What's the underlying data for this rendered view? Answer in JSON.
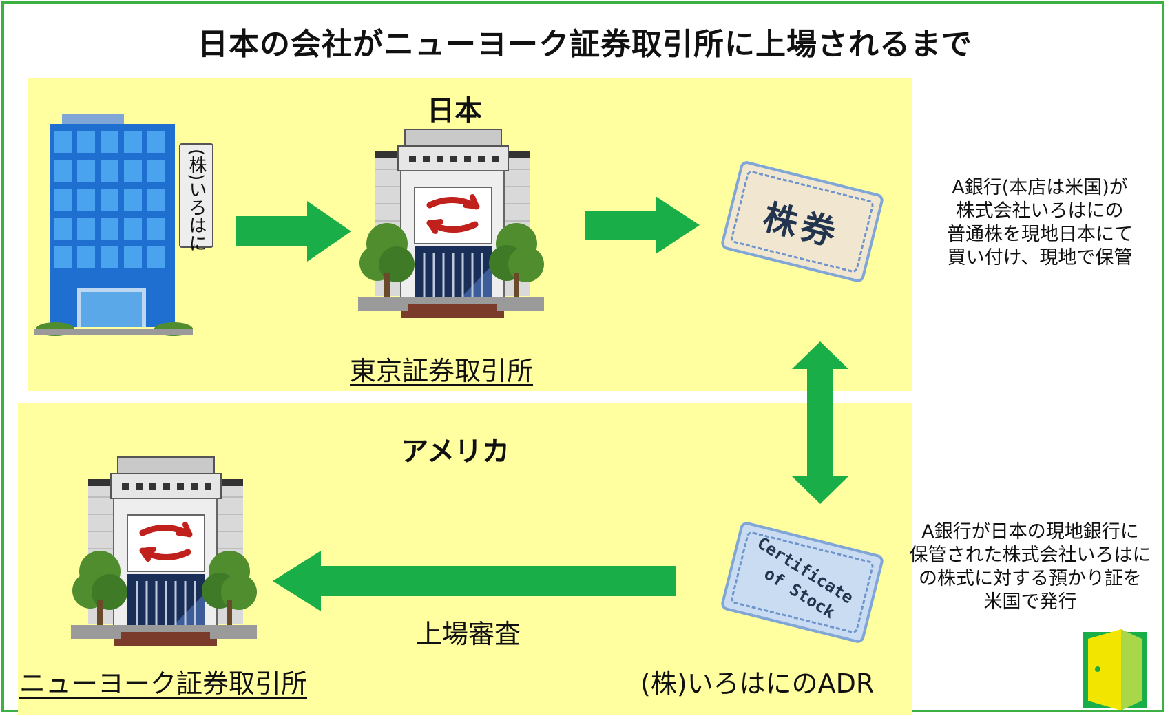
{
  "title": "日本の会社がニューヨーク証券取引所に上場されるまで",
  "regions": {
    "japan": "日本",
    "america": "アメリカ"
  },
  "company": {
    "sign": "(株)いろはに"
  },
  "exchanges": {
    "tokyo": "東京証券取引所",
    "nyse": "ニューヨーク証券取引所"
  },
  "certificates": {
    "japan_share": "株券",
    "us_line1": "Certificate",
    "us_line2": "of Stock"
  },
  "labels": {
    "listing_review": "上場審査",
    "adr": "(株)いろはにのADR"
  },
  "notes": {
    "bank_purchase": [
      "A銀行(本店は米国)が",
      "株式会社いろはにの",
      "普通株を現地日本にて",
      "買い付け、現地で保管"
    ],
    "bank_issue": [
      "A銀行が日本の現地銀行に",
      "保管された株式会社いろはに",
      "の株式に対する預かり証を",
      "米国で発行"
    ]
  },
  "colors": {
    "arrow": "#19ae48",
    "panel": "#ffffa0",
    "frame": "#3cb043"
  },
  "icons": [
    "office-building-icon",
    "stock-exchange-building-icon",
    "share-certificate-icon",
    "door-logo-icon"
  ]
}
